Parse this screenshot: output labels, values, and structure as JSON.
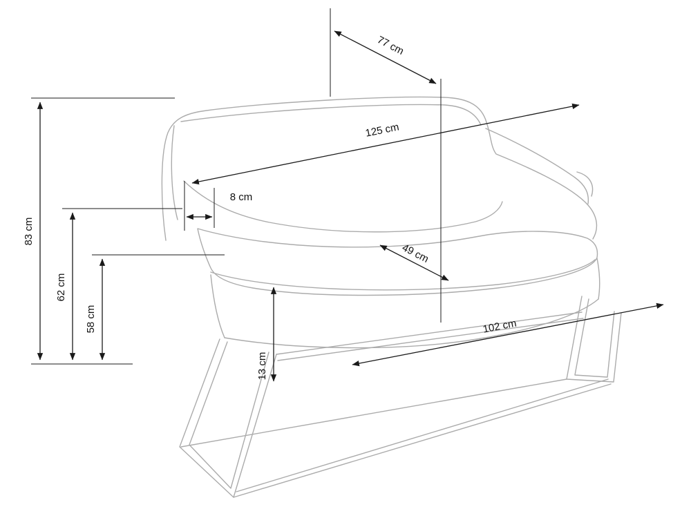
{
  "colors": {
    "background": "#ffffff",
    "dimension_line": "#1a1a1a",
    "sofa_outline": "#ababab",
    "label_text": "#111111"
  },
  "dimensions": {
    "d83": {
      "label": "83 cm"
    },
    "d62": {
      "label": "62 cm"
    },
    "d58": {
      "label": "58 cm"
    },
    "d13": {
      "label": "13 cm"
    },
    "d8": {
      "label": "8 cm"
    },
    "d77": {
      "label": "77 cm"
    },
    "d125": {
      "label": "125 cm"
    },
    "d49": {
      "label": "49 cm"
    },
    "d102": {
      "label": "102 cm"
    }
  }
}
